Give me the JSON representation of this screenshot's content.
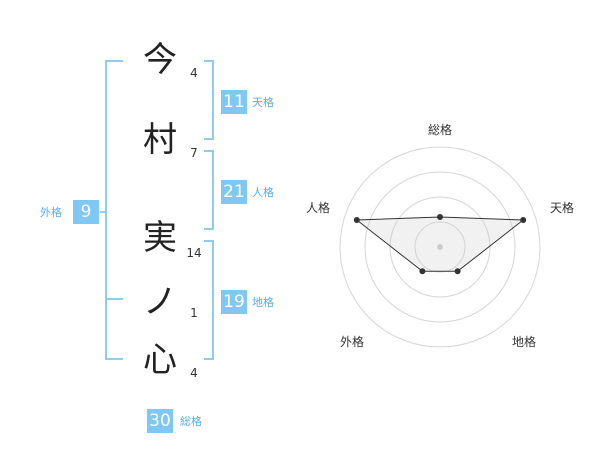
{
  "name": {
    "chars": [
      "今",
      "村",
      "実",
      "ノ",
      "心"
    ],
    "strokes": [
      "4",
      "7",
      "14",
      "1",
      "4"
    ]
  },
  "fortune": {
    "tenkaku": {
      "value": "11",
      "label": "天格"
    },
    "jinkaku": {
      "value": "21",
      "label": "人格"
    },
    "chikaku": {
      "value": "19",
      "label": "地格"
    },
    "gaikaku": {
      "value": "9",
      "label": "外格"
    },
    "soukaku": {
      "value": "30",
      "label": "総格"
    }
  },
  "colors": {
    "accent": "#7fc8f3",
    "bracket": "#8ecdf0",
    "label": "#5aaee6"
  },
  "chart_data": {
    "type": "radar",
    "axes": [
      "総格",
      "天格",
      "地格",
      "外格",
      "人格"
    ],
    "values": [
      1.2,
      3.5,
      1.2,
      1.2,
      3.5
    ],
    "rmax": 4,
    "rings": 4
  }
}
